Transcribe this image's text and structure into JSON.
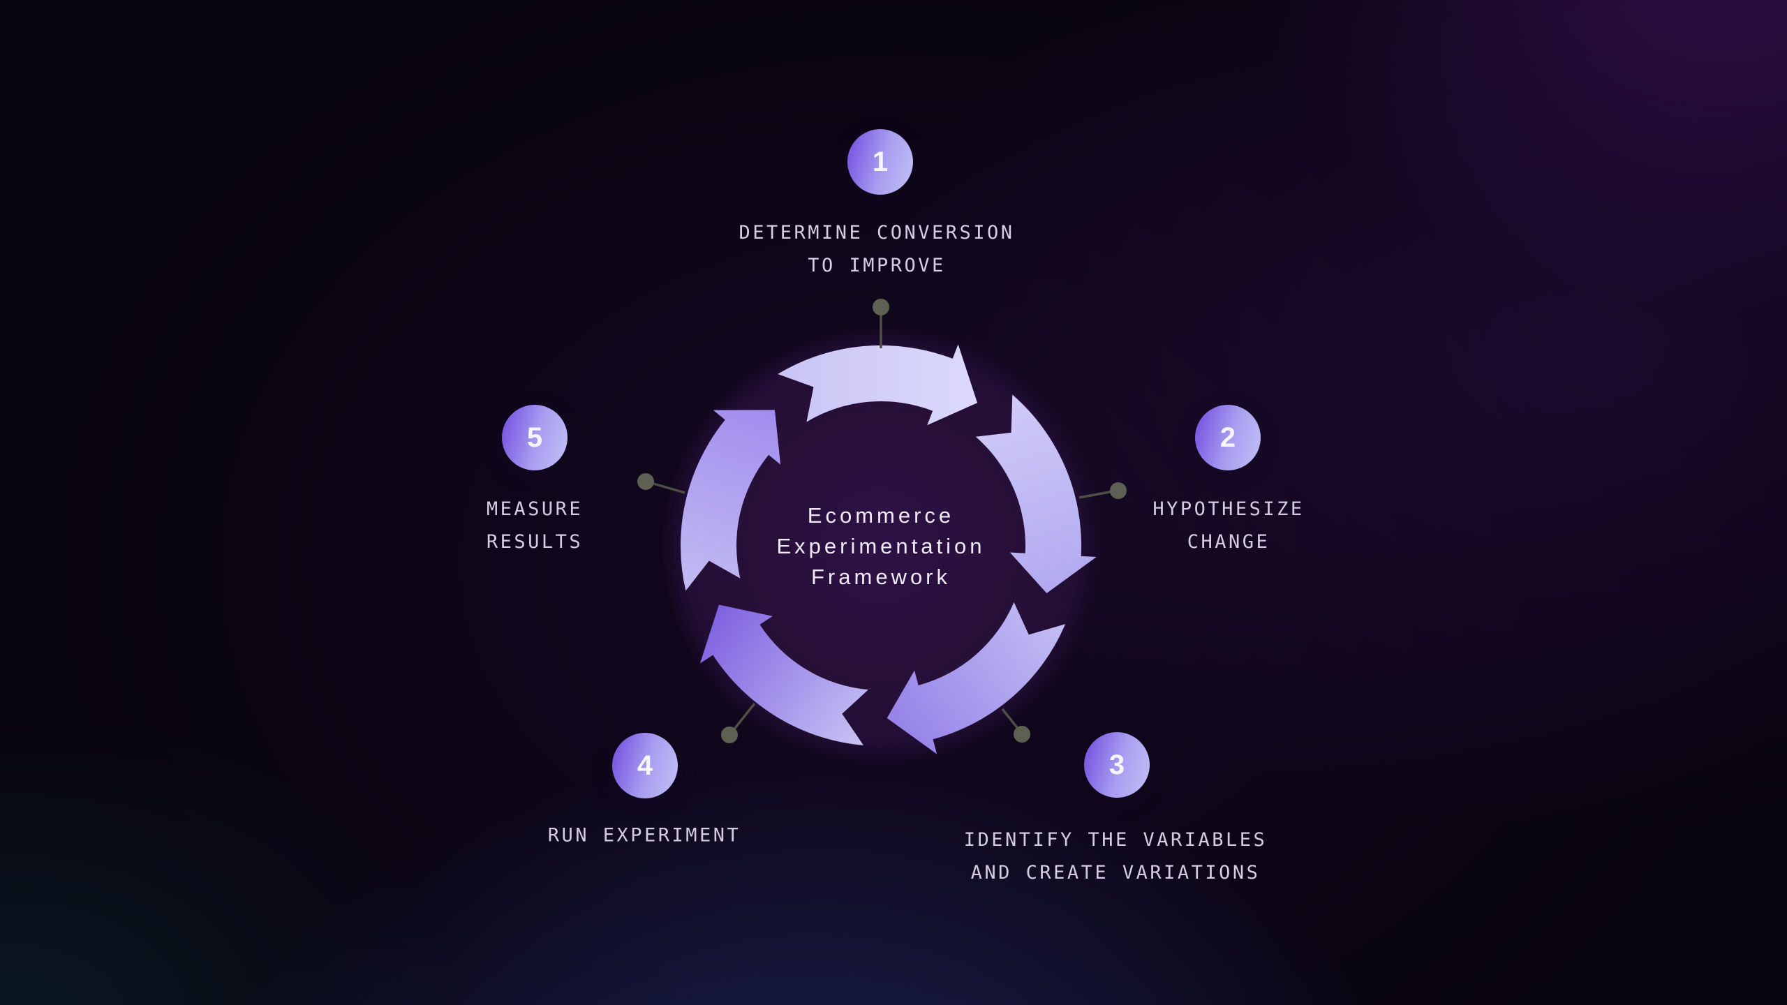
{
  "diagram": {
    "title_lines": [
      "Ecommerce",
      "Experimentation",
      "Framework"
    ],
    "steps": [
      {
        "number": "1",
        "lines": [
          "DETERMINE CONVERSION",
          "TO IMPROVE"
        ]
      },
      {
        "number": "2",
        "lines": [
          "HYPOTHESIZE",
          "CHANGE"
        ]
      },
      {
        "number": "3",
        "lines": [
          "IDENTIFY THE VARIABLES",
          "AND CREATE VARIATIONS"
        ]
      },
      {
        "number": "4",
        "lines": [
          "RUN EXPERIMENT"
        ]
      },
      {
        "number": "5",
        "lines": [
          "MEASURE",
          "RESULTS"
        ]
      }
    ],
    "colors": {
      "background_base": "#08040f",
      "glow_purple_top_right": "#5a1a8c",
      "glow_blue_bottom": "#283e8a",
      "glow_teal_bottom_left": "#0e4e56",
      "inner_circle": "#2d1145",
      "ring_light": "#d9d6fb",
      "ring_purple": "#7f62e0",
      "badge_gradient_start": "#7b5ee3",
      "badge_gradient_end": "#bcb8f5",
      "badge_number_text": "#f6f4fc",
      "step_label_text": "#d5cee2",
      "title_text": "#f0ebfa",
      "connector_line": "#4e4f45",
      "connector_dot": "#5d6052"
    }
  }
}
